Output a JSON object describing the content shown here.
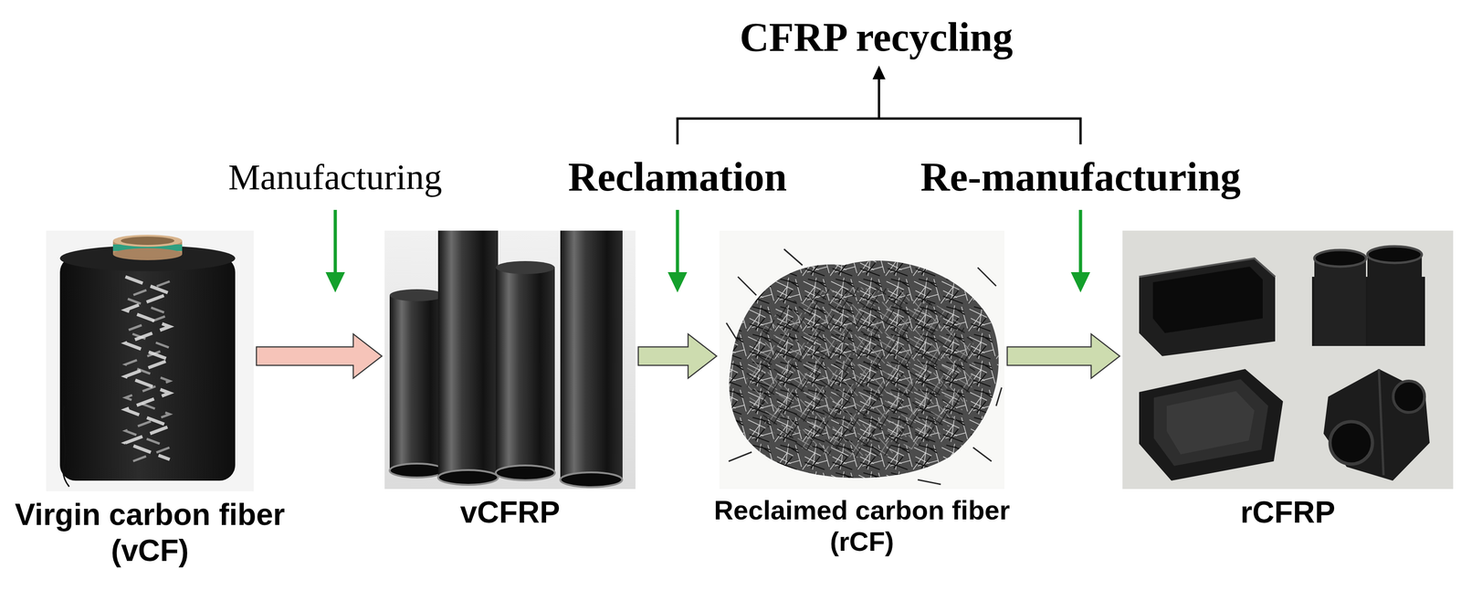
{
  "diagram": {
    "title": "CFRP recycling",
    "nodes": [
      {
        "text": [
          "Virgin carbon fiber (vCF)"
        ]
      },
      {
        "text": [
          "vCFRP"
        ]
      },
      {
        "text": [
          "Reclaimed carbon fiber (rCF)"
        ]
      },
      {
        "text": [
          "rCFRP"
        ]
      }
    ],
    "edges": [
      {
        "from": 0,
        "to": 1,
        "arrow": "to"
      },
      {
        "from": 1,
        "to": 2,
        "arrow": "to"
      },
      {
        "from": 2,
        "to": 3,
        "arrow": "to"
      }
    ],
    "labels": [
      "Manufacturing",
      "Reclamation",
      "Re-manufacturing"
    ]
  }
}
